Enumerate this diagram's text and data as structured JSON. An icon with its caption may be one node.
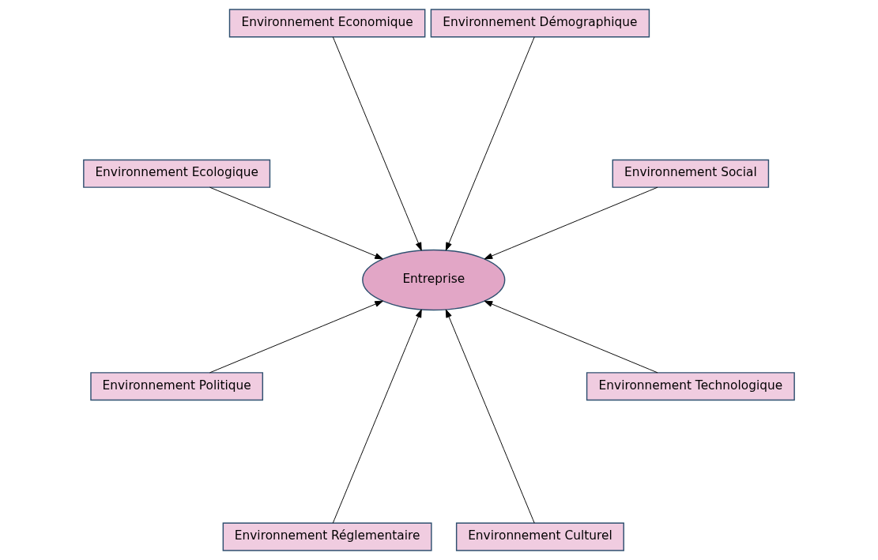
{
  "diagram": {
    "nodes": [
      {
        "text": [
          "Entreprise"
        ]
      },
      {
        "text": [
          "Environnement Social"
        ]
      },
      {
        "text": [
          "Environnement Démographique"
        ]
      },
      {
        "text": [
          "Environnement Economique"
        ]
      },
      {
        "text": [
          "Environnement Ecologique"
        ]
      },
      {
        "text": [
          "Environnement Politique"
        ]
      },
      {
        "text": [
          "Environnement Réglementaire"
        ]
      },
      {
        "text": [
          "Environnement Culturel"
        ]
      },
      {
        "text": [
          "Environnement Technologique"
        ]
      }
    ],
    "edges": [
      {
        "from": 1,
        "to": 0,
        "arrow": "to"
      },
      {
        "from": 2,
        "to": 0,
        "arrow": "to"
      },
      {
        "from": 3,
        "to": 0,
        "arrow": "to"
      },
      {
        "from": 4,
        "to": 0,
        "arrow": "to"
      },
      {
        "from": 5,
        "to": 0,
        "arrow": "to"
      },
      {
        "from": 6,
        "to": 0,
        "arrow": "to"
      },
      {
        "from": 7,
        "to": 0,
        "arrow": "to"
      },
      {
        "from": 8,
        "to": 0,
        "arrow": "to"
      }
    ]
  }
}
